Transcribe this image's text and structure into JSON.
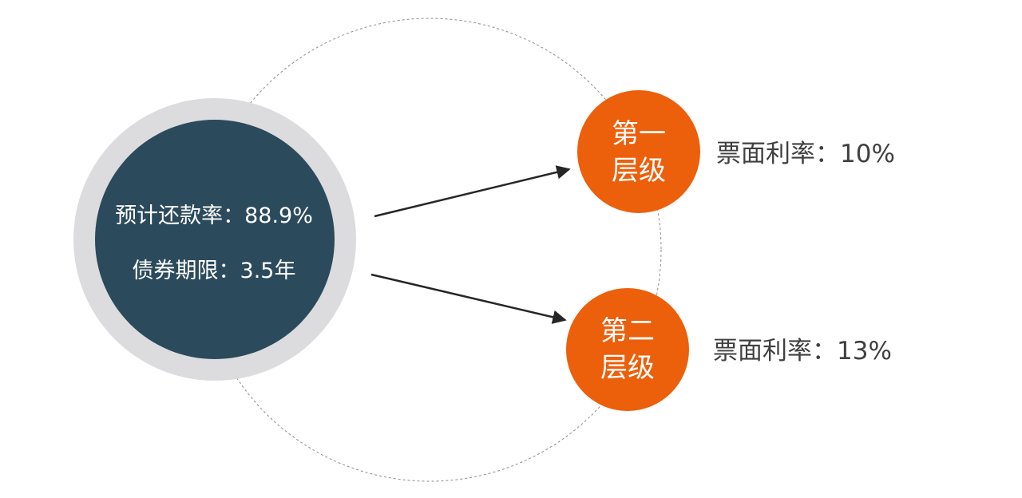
{
  "colors": {
    "main_circle_fill": "#2b4a5b",
    "main_circle_ring": "#dcdcdf",
    "tier_fill": "#ec5f0b",
    "arrow": "#262626",
    "dashed_circle": "#8c8c8c",
    "rate_text": "#404040"
  },
  "main": {
    "line1": "预计还款率：88.9%",
    "line2": "债券期限：3.5年"
  },
  "tier1": {
    "label_line1": "第一",
    "label_line2": "层级",
    "rate": "票面利率：10%"
  },
  "tier2": {
    "label_line1": "第二",
    "label_line2": "层级",
    "rate": "票面利率：13%"
  }
}
